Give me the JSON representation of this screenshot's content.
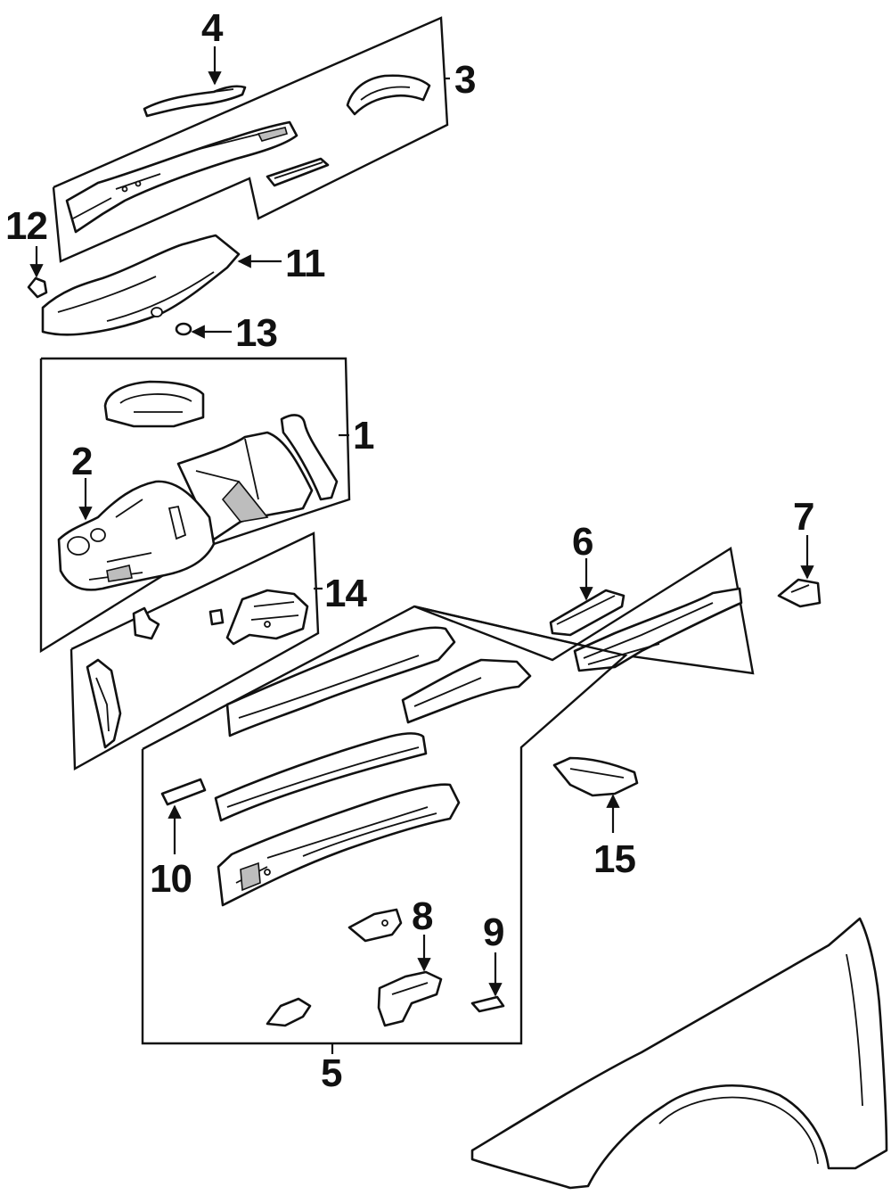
{
  "callouts": {
    "c1": "1",
    "c2": "2",
    "c3": "3",
    "c4": "4",
    "c5": "5",
    "c6": "6",
    "c7": "7",
    "c8": "8",
    "c9": "9",
    "c10": "10",
    "c11": "11",
    "c12": "12",
    "c13": "13",
    "c14": "14",
    "c15": "15"
  },
  "colors": {
    "ink": "#111111",
    "paper": "#ffffff",
    "shade": "#bdbdbd"
  }
}
